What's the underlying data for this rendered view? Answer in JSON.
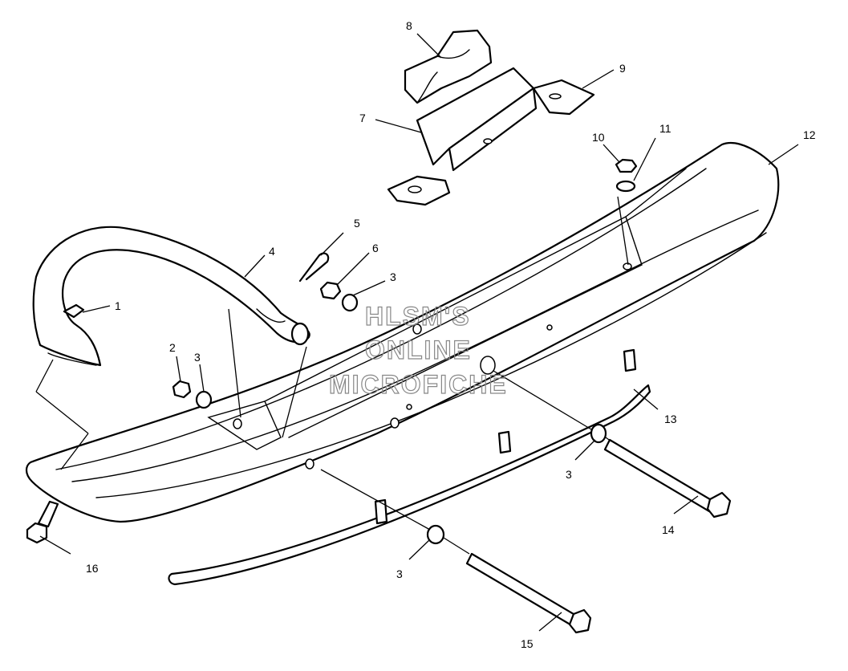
{
  "watermark": {
    "line1": "HLSM'S",
    "line2": "ONLINE",
    "line3": "MICROFICHE"
  },
  "callouts": {
    "c1": "1",
    "c2": "2",
    "c3a": "3",
    "c3b": "3",
    "c3c": "3",
    "c3d": "3",
    "c4": "4",
    "c5": "5",
    "c6": "6",
    "c7": "7",
    "c8": "8",
    "c9": "9",
    "c10": "10",
    "c11": "11",
    "c12": "12",
    "c13": "13",
    "c14": "14",
    "c15": "15",
    "c16": "16"
  }
}
